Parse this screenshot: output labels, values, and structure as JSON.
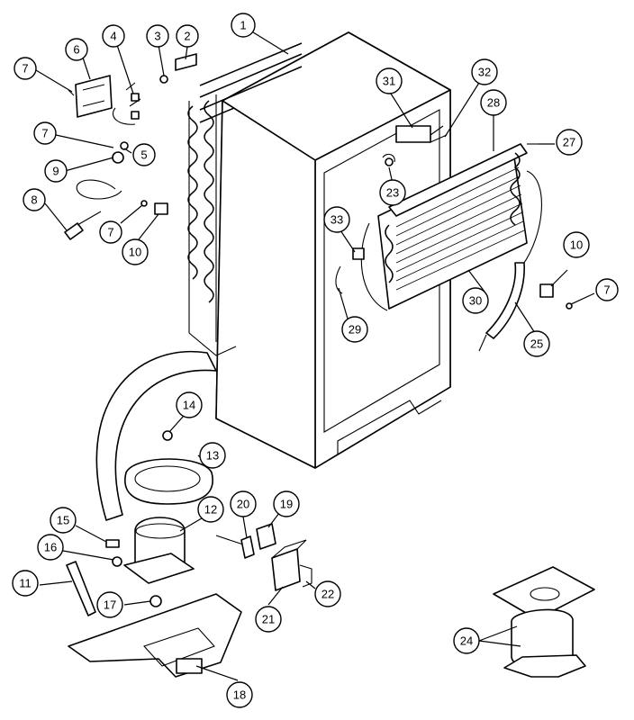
{
  "diagram": {
    "callouts": [
      {
        "id": "c1",
        "label": "1"
      },
      {
        "id": "c2",
        "label": "2"
      },
      {
        "id": "c3",
        "label": "3"
      },
      {
        "id": "c4",
        "label": "4"
      },
      {
        "id": "c5",
        "label": "5"
      },
      {
        "id": "c6",
        "label": "6"
      },
      {
        "id": "c7a",
        "label": "7"
      },
      {
        "id": "c7b",
        "label": "7"
      },
      {
        "id": "c7c",
        "label": "7"
      },
      {
        "id": "c7d",
        "label": "7"
      },
      {
        "id": "c8",
        "label": "8"
      },
      {
        "id": "c9",
        "label": "9"
      },
      {
        "id": "c10a",
        "label": "10"
      },
      {
        "id": "c10b",
        "label": "10"
      },
      {
        "id": "c11",
        "label": "11"
      },
      {
        "id": "c12",
        "label": "12"
      },
      {
        "id": "c13",
        "label": "13"
      },
      {
        "id": "c14",
        "label": "14"
      },
      {
        "id": "c15",
        "label": "15"
      },
      {
        "id": "c16",
        "label": "16"
      },
      {
        "id": "c17",
        "label": "17"
      },
      {
        "id": "c18",
        "label": "18"
      },
      {
        "id": "c19",
        "label": "19"
      },
      {
        "id": "c20",
        "label": "20"
      },
      {
        "id": "c21",
        "label": "21"
      },
      {
        "id": "c22",
        "label": "22"
      },
      {
        "id": "c23",
        "label": "23"
      },
      {
        "id": "c24",
        "label": "24"
      },
      {
        "id": "c25",
        "label": "25"
      },
      {
        "id": "c27",
        "label": "27"
      },
      {
        "id": "c28",
        "label": "28"
      },
      {
        "id": "c29",
        "label": "29"
      },
      {
        "id": "c30",
        "label": "30"
      },
      {
        "id": "c31",
        "label": "31"
      },
      {
        "id": "c32",
        "label": "32"
      },
      {
        "id": "c33",
        "label": "33"
      }
    ]
  }
}
